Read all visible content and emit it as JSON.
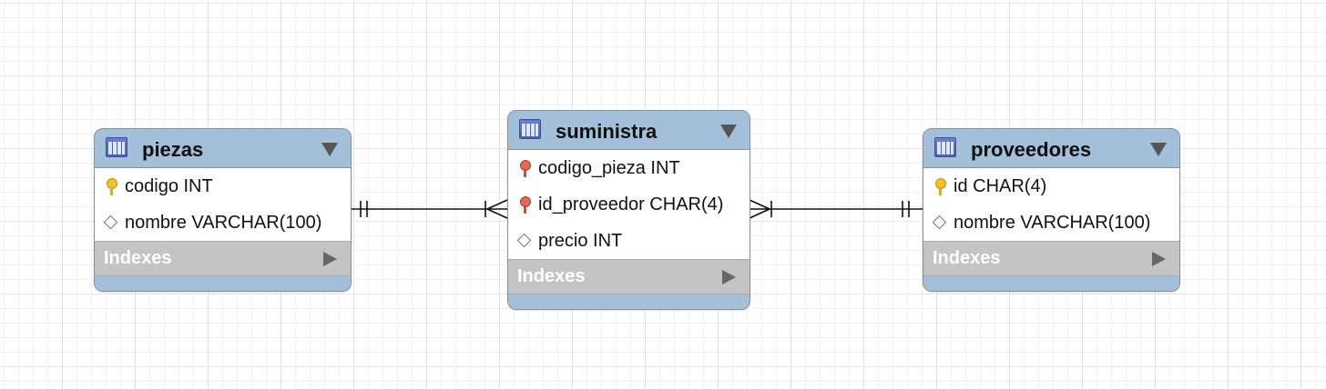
{
  "tables": {
    "piezas": {
      "title": "piezas",
      "columns": [
        {
          "text": "codigo INT",
          "icon": "primary-key-icon"
        },
        {
          "text": "nombre VARCHAR(100)",
          "icon": "column-diamond-icon"
        }
      ],
      "indexes_label": "Indexes"
    },
    "suministra": {
      "title": "suministra",
      "columns": [
        {
          "text": "codigo_pieza INT",
          "icon": "foreign-key-icon"
        },
        {
          "text": "id_proveedor CHAR(4)",
          "icon": "foreign-key-icon"
        },
        {
          "text": "precio INT",
          "icon": "column-diamond-icon"
        }
      ],
      "indexes_label": "Indexes"
    },
    "proveedores": {
      "title": "proveedores",
      "columns": [
        {
          "text": "id CHAR(4)",
          "icon": "primary-key-icon"
        },
        {
          "text": "nombre VARCHAR(100)",
          "icon": "column-diamond-icon"
        }
      ],
      "indexes_label": "Indexes"
    }
  },
  "relationships": [
    {
      "from": "piezas",
      "to": "suministra",
      "from_cardinality": "one-and-only-one",
      "to_cardinality": "one-or-many"
    },
    {
      "from": "suministra",
      "to": "proveedores",
      "from_cardinality": "one-or-many",
      "to_cardinality": "one-and-only-one"
    }
  ],
  "colors": {
    "header": "#a3bfd9",
    "indexes_bar": "#c4c4c4",
    "primary_key": "#f2c12e",
    "foreign_key": "#e06b55"
  }
}
